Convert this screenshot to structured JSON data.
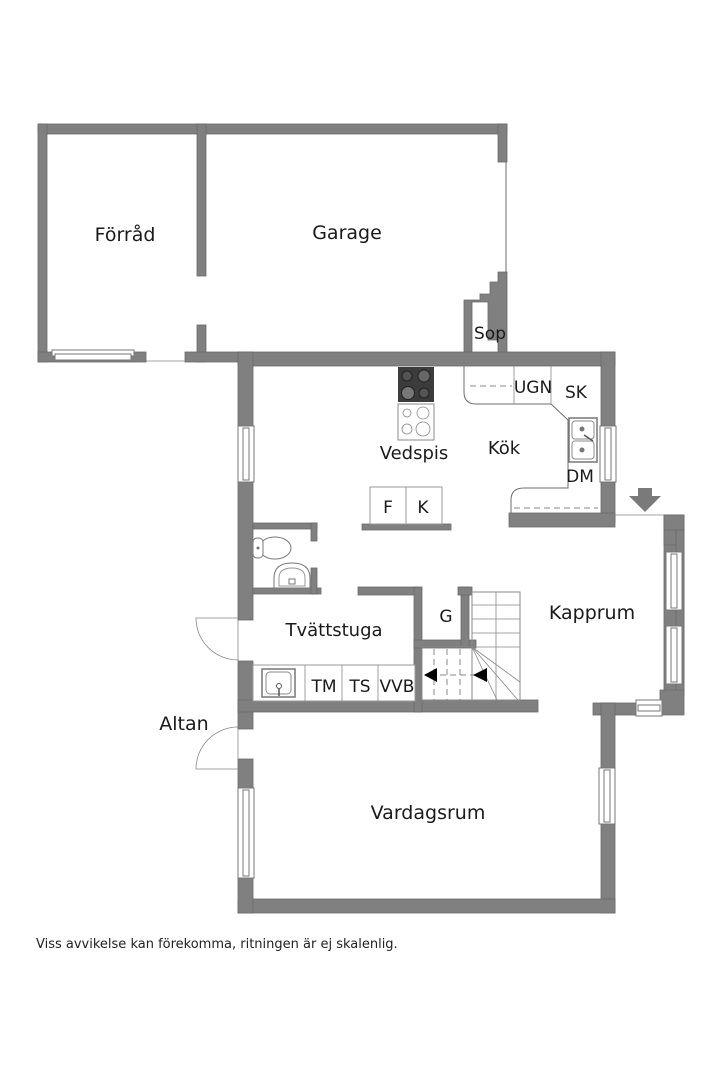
{
  "floorplan": {
    "rooms": {
      "forrad": "Förråd",
      "garage": "Garage",
      "sop": "Sop",
      "ugn": "UGN",
      "sk": "SK",
      "vedspis": "Vedspis",
      "kok": "Kök",
      "dm": "DM",
      "f": "F",
      "k": "K",
      "g": "G",
      "tvattstuga": "Tvättstuga",
      "tm": "TM",
      "ts": "TS",
      "vvb": "VVB",
      "kapprum": "Kapprum",
      "altan": "Altan",
      "vardagsrum": "Vardagsrum"
    },
    "icons": [
      "entrance-arrow-icon",
      "stove-icon",
      "sink-icon",
      "toilet-icon",
      "washbasin-icon",
      "stairs-icon"
    ],
    "colors": {
      "wall": "#808080",
      "background": "#ffffff",
      "text": "#1a1a1a"
    }
  },
  "footer": {
    "disclaimer": "Viss avvikelse kan förekomma, ritningen är ej skalenlig."
  }
}
